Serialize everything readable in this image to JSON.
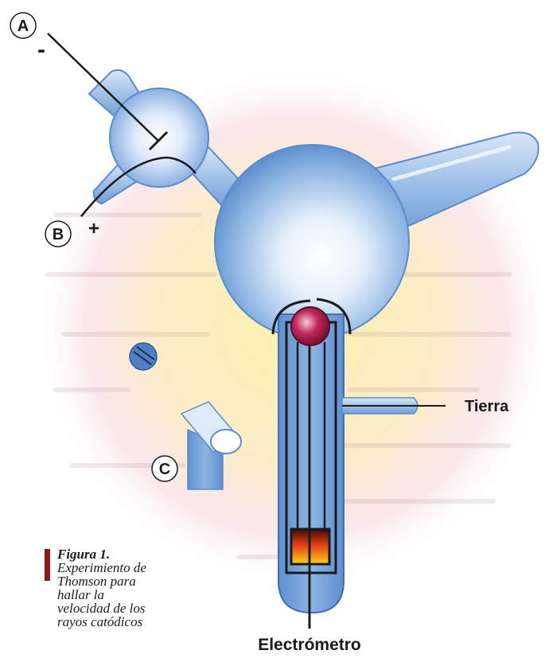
{
  "labels": {
    "a": "A",
    "b": "B",
    "c": "C",
    "minus": "-",
    "plus": "+",
    "tierra": "Tierra",
    "electrometro": "Electrómetro"
  },
  "caption": {
    "title": "Figura 1.",
    "lines": [
      "Experimiento de",
      "Thomson para",
      "hallar la",
      "velocidad de los",
      "rayos catódicos"
    ]
  },
  "colors": {
    "glass": "#6f9fd6",
    "glass_dark": "#3f6fb4",
    "glow_yellow": "#fbf1a8",
    "glow_pink": "#f6d5dc",
    "charge_ball": "#c0285a",
    "caption_bar": "#8b1a1a"
  }
}
